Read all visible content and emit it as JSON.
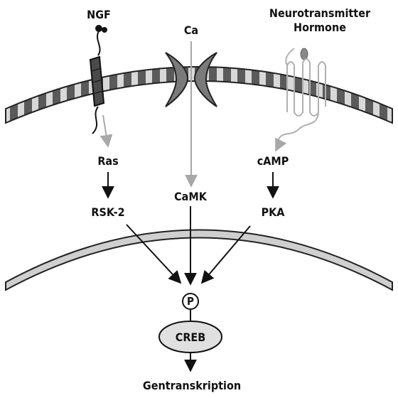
{
  "diagram": {
    "labels": {
      "ngf": "NGF",
      "ca": "Ca",
      "neuro_line1": "Neurotransmitter",
      "neuro_line2": "Hormone",
      "ras": "Ras",
      "camk": "CaMK",
      "camp": "cAMP",
      "rsk2": "RSK-2",
      "pka": "PKA",
      "phospho": "P",
      "creb": "CREB",
      "output": "Gentranskription"
    },
    "colors": {
      "membrane_fill": "#5a5a5a",
      "membrane_stripe": "#d8d8d8",
      "nuclear_fill": "#cfcfcf",
      "receptor_dark": "#4a4a4a",
      "channel_gray": "#7a7a7a",
      "creb_fill": "#e0e0e0",
      "gray_arrow": "#a8a8a8",
      "black_arrow": "#111111"
    }
  }
}
